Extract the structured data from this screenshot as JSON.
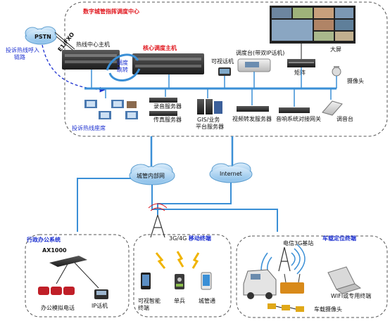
{
  "title": "数字城管指挥调度中心",
  "core_host_label": "核心调度主机",
  "hotline_host_label": "热线中心主机",
  "pstn_label": "PSTN",
  "efxo_label": "E1/FXO",
  "complaint_link_label": "投诉热线呼入\n链路",
  "dispatch_jump_label": "调度\n跳转",
  "videophone_label": "可视话机",
  "console_label": "调度台(带双IP话机)",
  "matrix_label": "矩阵",
  "bigscreen_label": "大屏",
  "camera_label": "摄像头",
  "agent_label": "投诉热线座席",
  "recording_server_label": "录音服务器",
  "fax_server_label": "传真服务器",
  "gis_server_label": "GIS/业务\n平台服务器",
  "video_forward_label": "视频转发服务器",
  "audio_gateway_label": "音响系统对接网关",
  "paging_label": "调音台",
  "city_net_label": "城管内部网",
  "internet_label": "Internet",
  "admin_title": "行政办公系统",
  "ax1000_label": "AX1000",
  "analog_phone_label": "办公模拟电话",
  "ip_phone_label": "IP话机",
  "mobile_title": "3G/4G 移动终端",
  "smart_terminal_label": "可视智能\n终端",
  "soldier_label": "单兵",
  "chengguantong_label": "城管通",
  "vehicle_title": "车载定位终端",
  "base_station_label": "电信3G基站",
  "wifi_label": "WIFI或专用终端",
  "vehicle_camera_label": "车载摄像头",
  "colors": {
    "title_red": "#e0151c",
    "link_blue": "#1b2fd0",
    "net_blue": "#3a8fd6",
    "device_dark": "#2b2b2b"
  }
}
